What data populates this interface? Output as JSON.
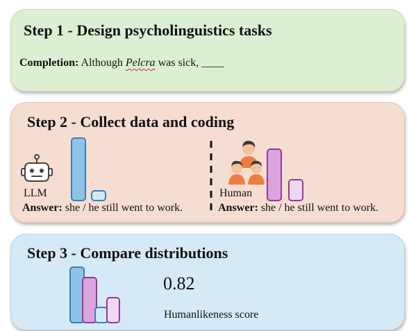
{
  "step1": {
    "title": "Step 1 - Design psycholinguistics tasks",
    "completion_label": "Completion:",
    "sentence_pre": "Although",
    "sentence_name": "Pelcra",
    "sentence_post": "was sick,",
    "blank": "____"
  },
  "step2": {
    "title": "Step 2 - Collect data and coding",
    "llm_label": "LLM",
    "human_label": "Human",
    "answer_label": "Answer:",
    "llm_answer": "she / he still went to work.",
    "human_answer": "she / he still went to work.",
    "llm_distribution": [
      0.85,
      0.15
    ],
    "human_distribution": [
      0.7,
      0.3
    ]
  },
  "step3": {
    "title": "Step 3 - Compare distributions",
    "score": "0.82",
    "score_label": "Humanlikeness score",
    "llm_distribution": [
      0.85,
      0.15
    ],
    "human_distribution": [
      0.7,
      0.3
    ]
  },
  "colors": {
    "step1_bg": "#ddefd2",
    "step2_bg": "#f6ddd2",
    "step3_bg": "#d5e9f6",
    "llm_bar": "#8fc3e8",
    "llm_bar_light": "#d3e9f6",
    "human_bar": "#dba4dc",
    "human_bar_light": "#f0d8f2"
  }
}
